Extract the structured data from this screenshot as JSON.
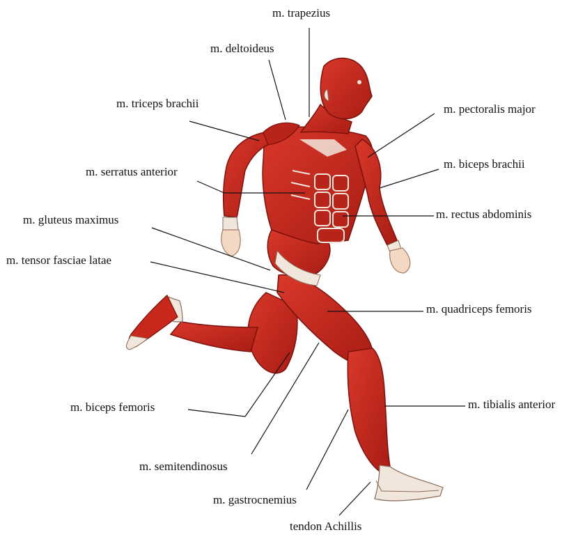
{
  "labels": {
    "trapezius": "m. trapezius",
    "deltoideus": "m. deltoideus",
    "triceps_brachii": "m. triceps brachii",
    "pectoralis_major": "m. pectoralis major",
    "biceps_brachii": "m. biceps brachii",
    "serratus_anterior": "m. serratus anterior",
    "gluteus_maximus": "m. gluteus maximus",
    "rectus_abdominis": "m. rectus abdominis",
    "tensor_fasciae_latae": "m. tensor fasciae latae",
    "quadriceps_femoris": "m. quadriceps femoris",
    "biceps_femoris": "m. biceps femoris",
    "tibialis_anterior": "m. tibialis anterior",
    "semitendinosus": "m. semitendinosus",
    "gastrocnemius": "m. gastrocnemius",
    "tendon_achillis": "tendon Achillis"
  },
  "colors": {
    "muscle": "#c8281c",
    "muscle_dark": "#8e1610",
    "tendon": "#f1e6dc",
    "skin": "#f3d8c4",
    "leader_line": "#111111"
  }
}
